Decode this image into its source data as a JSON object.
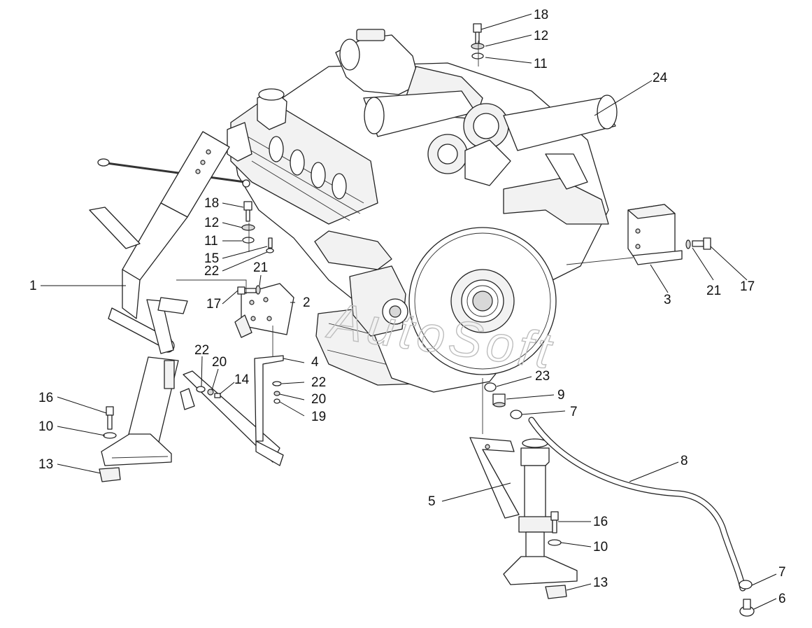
{
  "watermark": "AutoSoft",
  "callouts": [
    {
      "label": "18"
    },
    {
      "label": "12"
    },
    {
      "label": "11"
    },
    {
      "label": "24"
    },
    {
      "label": "18"
    },
    {
      "label": "12"
    },
    {
      "label": "11"
    },
    {
      "label": "15"
    },
    {
      "label": "22"
    },
    {
      "label": "21"
    },
    {
      "label": "1"
    },
    {
      "label": "17"
    },
    {
      "label": "2"
    },
    {
      "label": "3"
    },
    {
      "label": "21"
    },
    {
      "label": "17"
    },
    {
      "label": "4"
    },
    {
      "label": "22"
    },
    {
      "label": "20"
    },
    {
      "label": "14"
    },
    {
      "label": "22"
    },
    {
      "label": "20"
    },
    {
      "label": "19"
    },
    {
      "label": "16"
    },
    {
      "label": "10"
    },
    {
      "label": "13"
    },
    {
      "label": "23"
    },
    {
      "label": "9"
    },
    {
      "label": "7"
    },
    {
      "label": "8"
    },
    {
      "label": "5"
    },
    {
      "label": "16"
    },
    {
      "label": "10"
    },
    {
      "label": "13"
    },
    {
      "label": "7"
    },
    {
      "label": "6"
    }
  ]
}
